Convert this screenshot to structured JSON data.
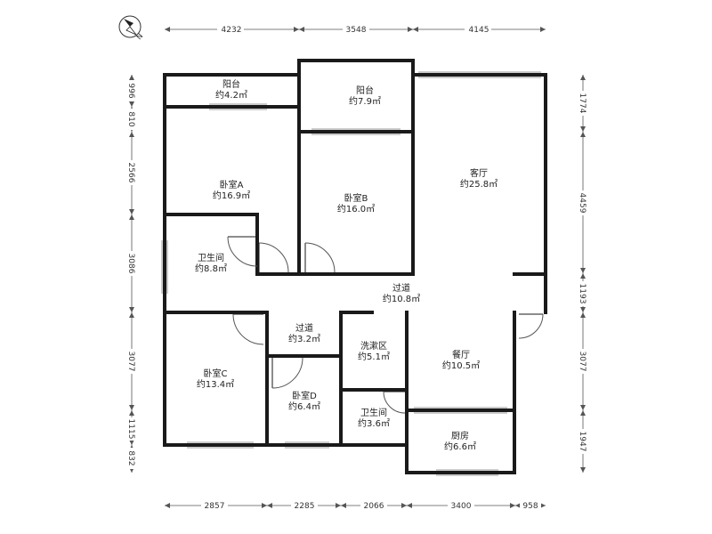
{
  "compass": {
    "north_label": "N"
  },
  "rooms": [
    {
      "id": "balcony-1",
      "name": "阳台",
      "area": "约4.2㎡"
    },
    {
      "id": "balcony-2",
      "name": "阳台",
      "area": "约7.9㎡"
    },
    {
      "id": "bedroom-a",
      "name": "卧室A",
      "area": "约16.9㎡"
    },
    {
      "id": "bedroom-b",
      "name": "卧室B",
      "area": "约16.0㎡"
    },
    {
      "id": "living-room",
      "name": "客厅",
      "area": "约25.8㎡"
    },
    {
      "id": "bathroom-1",
      "name": "卫生间",
      "area": "约8.8㎡"
    },
    {
      "id": "corridor-main",
      "name": "过道",
      "area": "约10.8㎡"
    },
    {
      "id": "corridor-small",
      "name": "过道",
      "area": "约3.2㎡"
    },
    {
      "id": "wash-area",
      "name": "洗漱区",
      "area": "约5.1㎡"
    },
    {
      "id": "dining-room",
      "name": "餐厅",
      "area": "约10.5㎡"
    },
    {
      "id": "bedroom-c",
      "name": "卧室C",
      "area": "约13.4㎡"
    },
    {
      "id": "bedroom-d",
      "name": "卧室D",
      "area": "约6.4㎡"
    },
    {
      "id": "bathroom-2",
      "name": "卫生间",
      "area": "约3.6㎡"
    },
    {
      "id": "kitchen",
      "name": "厨房",
      "area": "约6.6㎡"
    }
  ],
  "dimensions": {
    "top": [
      "4232",
      "3548",
      "4145"
    ],
    "bottom": [
      "2857",
      "2285",
      "2066",
      "3400",
      "958"
    ],
    "left": [
      "996",
      "810",
      "2566",
      "3086",
      "3077",
      "1115",
      "832"
    ],
    "right": [
      "1774",
      "4459",
      "1193",
      "3077",
      "1947"
    ]
  }
}
